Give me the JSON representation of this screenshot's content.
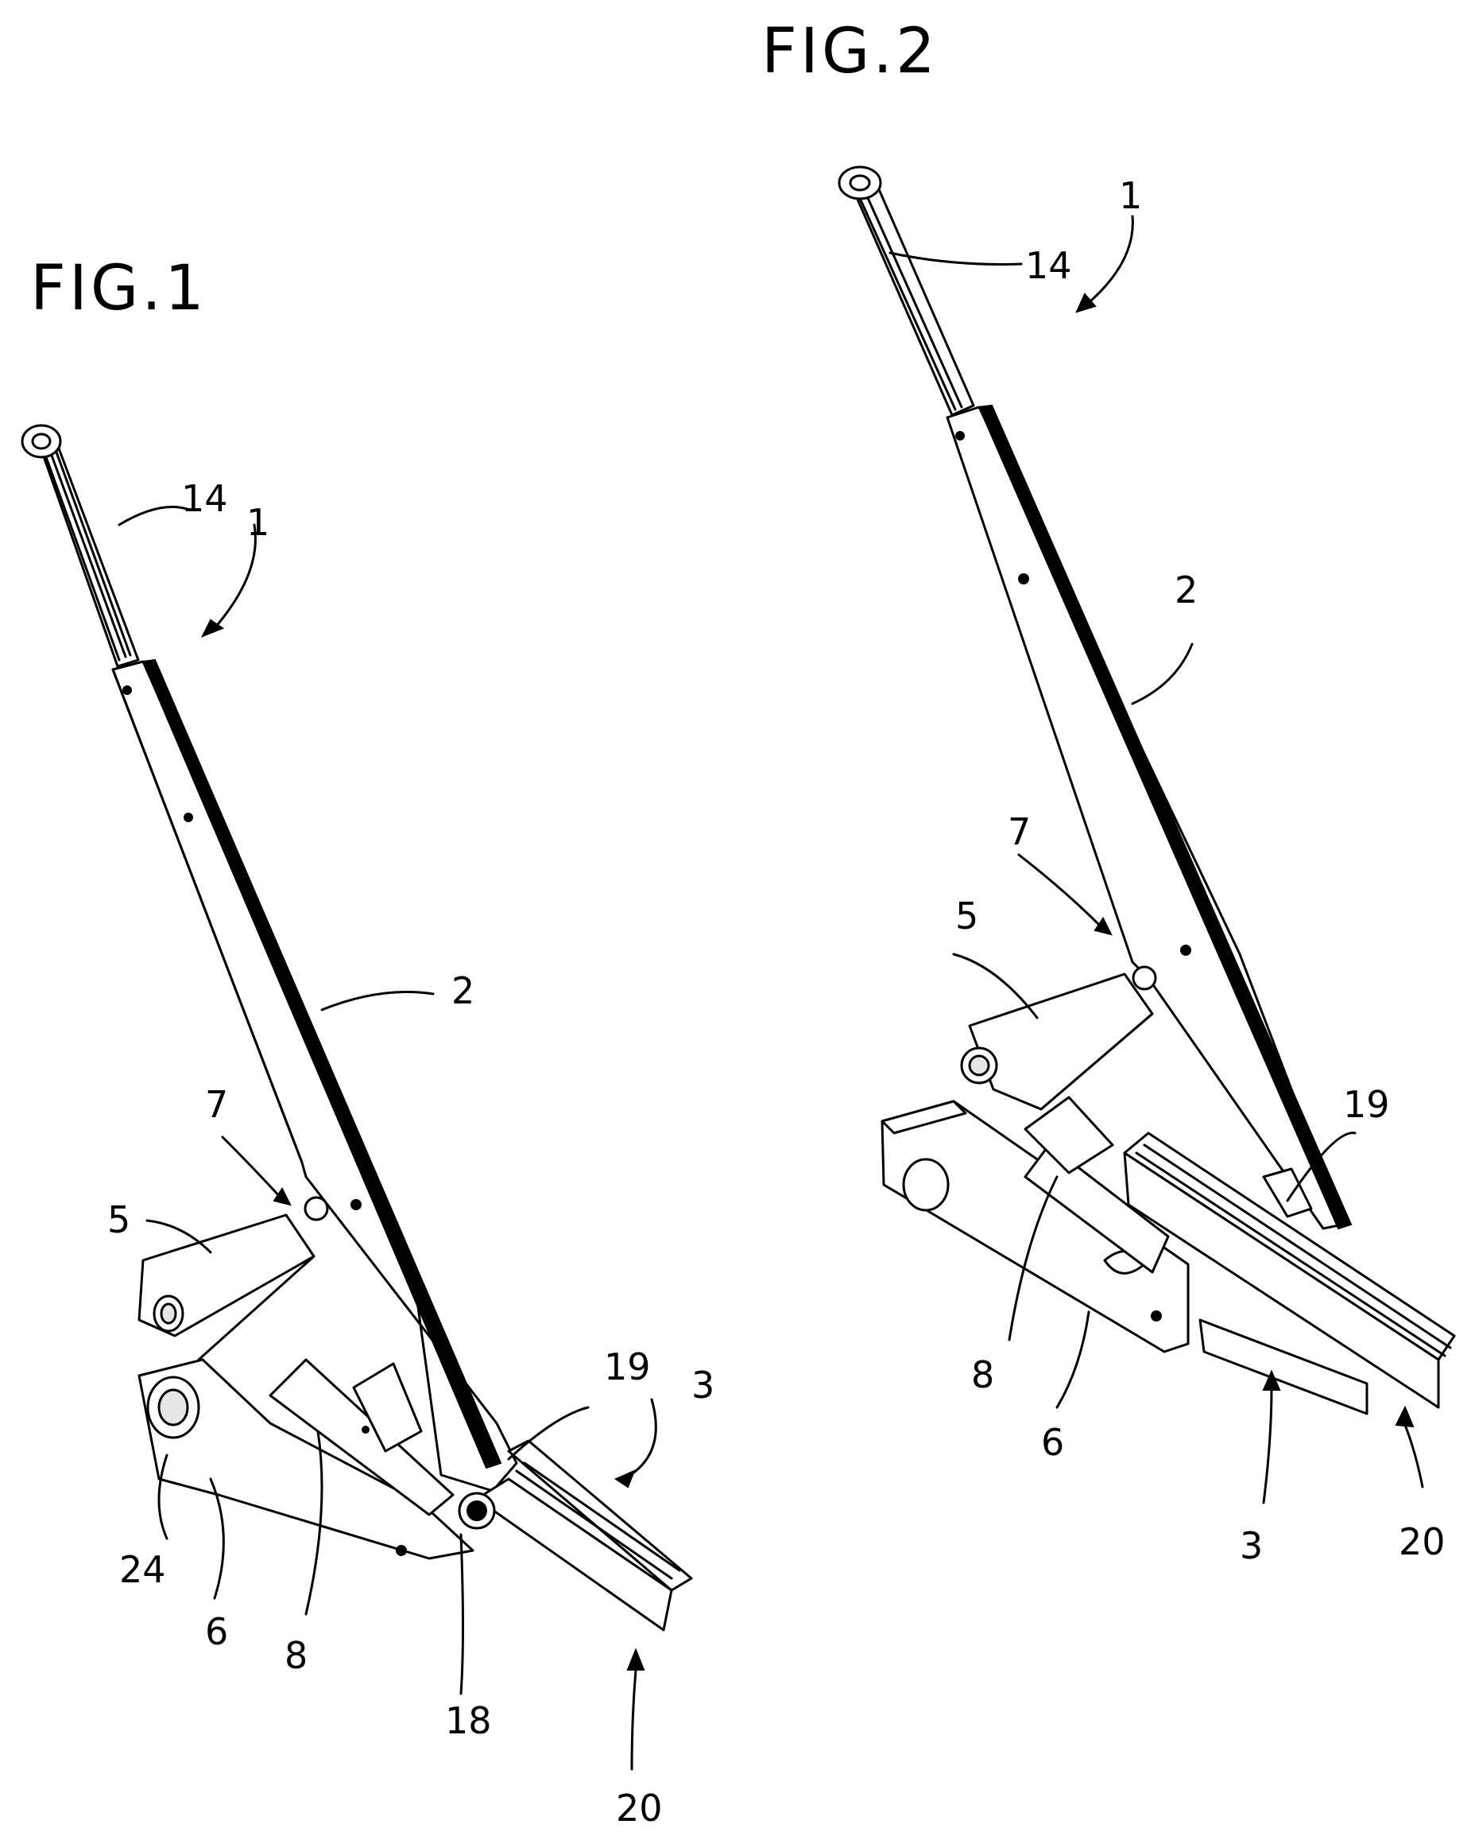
{
  "figures": [
    {
      "title": "FIG.1",
      "labels": {
        "l1": "1",
        "l2": "2",
        "l3": "3",
        "l5": "5",
        "l6": "6",
        "l7": "7",
        "l8": "8",
        "l14": "14",
        "l18": "18",
        "l19": "19",
        "l20": "20",
        "l24": "24"
      }
    },
    {
      "title": "FIG.2",
      "labels": {
        "l1": "1",
        "l2": "2",
        "l3": "3",
        "l5": "5",
        "l6": "6",
        "l7": "7",
        "l8": "8",
        "l14": "14",
        "l19": "19",
        "l20": "20"
      }
    }
  ]
}
